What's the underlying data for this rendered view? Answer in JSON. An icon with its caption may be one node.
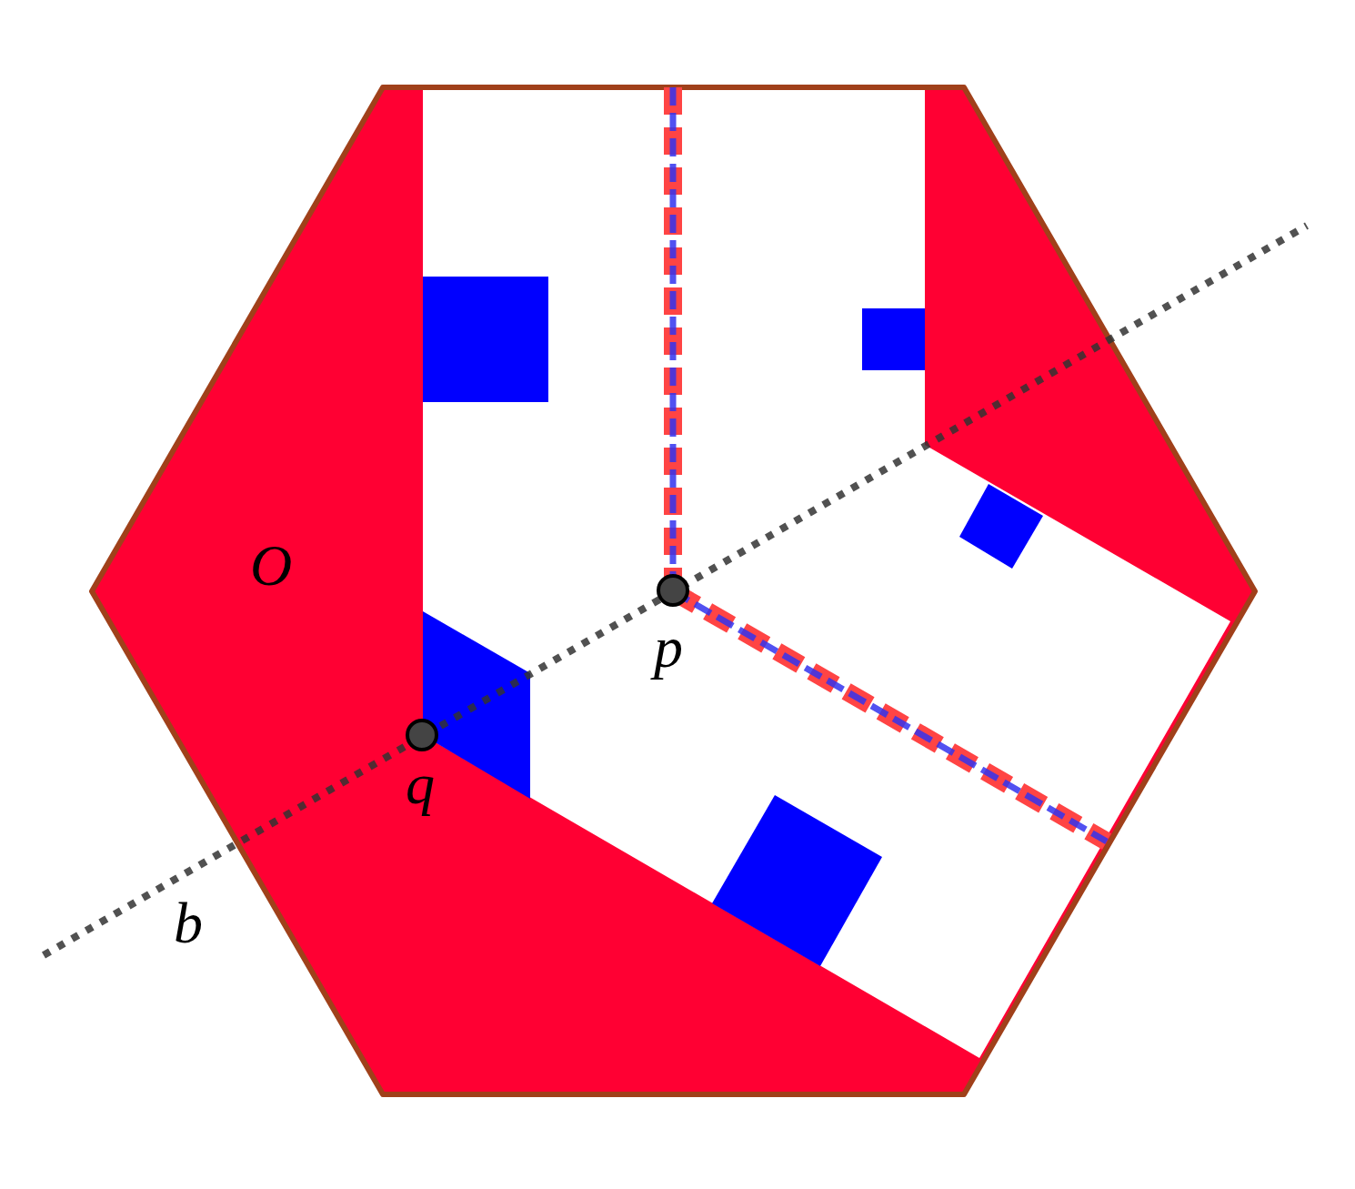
{
  "diagram": {
    "labels": [
      "O",
      "p",
      "q",
      "b"
    ]
  }
}
